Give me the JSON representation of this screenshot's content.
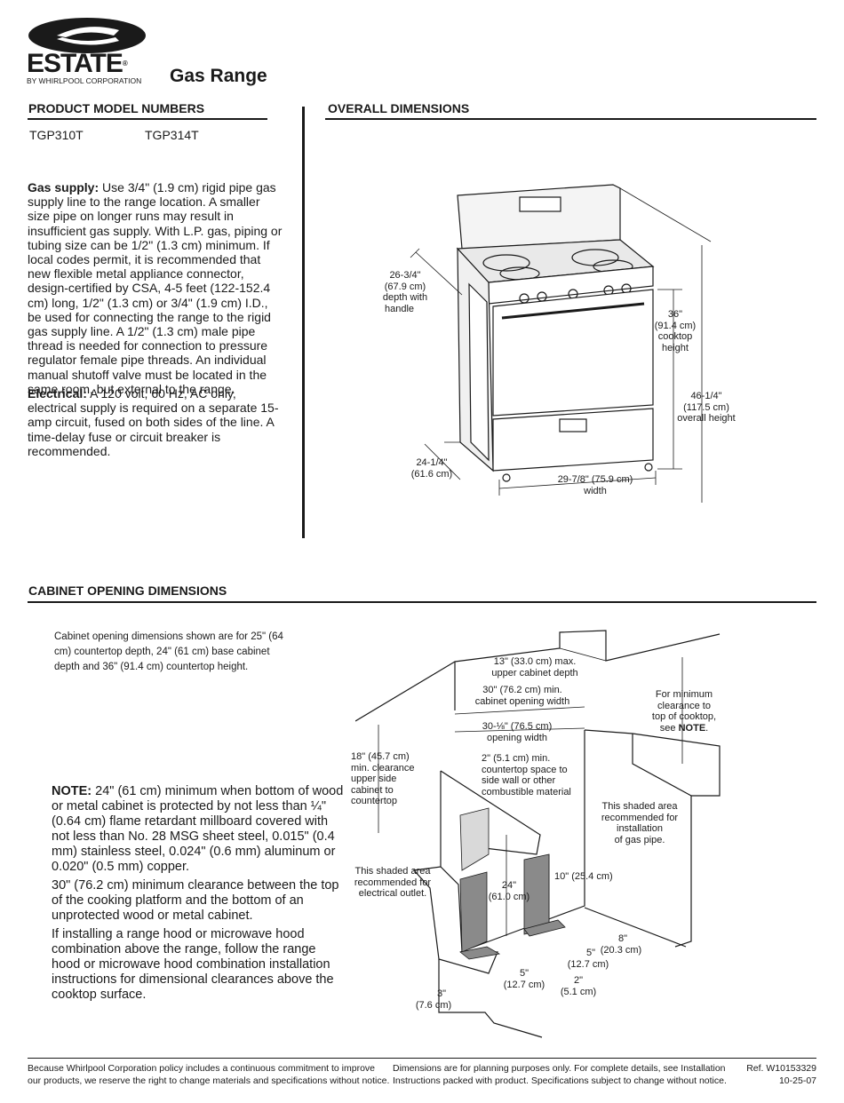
{
  "brand": {
    "name": "ESTATE",
    "registered": "®",
    "sub": "BY WHIRLPOOL CORPORATION"
  },
  "document": {
    "title": "Gas Range"
  },
  "models": {
    "heading": "PRODUCT MODEL NUMBERS",
    "items": [
      "TGP310T",
      "TGP314T"
    ]
  },
  "gas_supply": {
    "label": "Gas supply:",
    "text": "Use 3/4\" (1.9 cm) rigid pipe gas supply line to the range location. A smaller size pipe on longer runs may result in insufficient gas supply. With L.P. gas, piping or tubing size can be 1/2\" (1.3 cm) minimum. If local codes permit, it is recommended that new flexible metal appliance connector, design-certified by CSA, 4-5 feet (122-152.4 cm) long, 1/2\" (1.3 cm) or 3/4\" (1.9 cm) I.D., be used for connecting the range to the rigid gas supply line. A 1/2\" (1.3 cm) male pipe thread is needed for connection to pressure regulator female pipe threads. An individual manual shutoff valve must be located in the same room, but external to the range."
  },
  "electrical": {
    "label": "Electrical:",
    "text": "A 120 volt, 60 Hz, AC only, electrical supply  is required on a separate 15-amp circuit, fused on both sides of the line. A time-delay fuse or circuit breaker is recommended."
  },
  "overall": {
    "heading": "OVERALL DIMENSIONS",
    "depth_handle": [
      "26-3/4\"",
      "(67.9 cm)",
      "depth with",
      "handle"
    ],
    "cooktop_height": [
      "36\"",
      "(91.4 cm)",
      "cooktop",
      "height"
    ],
    "overall_height": [
      "46-1/4\"",
      "(117.5 cm)",
      "overall height"
    ],
    "depth": [
      "24-1/4\"",
      "(61.6 cm)"
    ],
    "width": [
      "29-7/8\" (75.9 cm)",
      "width"
    ]
  },
  "cabinet": {
    "heading": "CABINET OPENING DIMENSIONS",
    "intro": "Cabinet opening dimensions shown are for 25\" (64 cm) countertop depth, 24\" (61 cm) base cabinet depth and 36\" (91.4 cm) countertop height.",
    "note_label": "NOTE:",
    "note_text": "24\" (61 cm) minimum when bottom of wood or metal cabinet is protected by not less than ¼\" (0.64 cm) flame retardant millboard covered with not less than No. 28 MSG sheet steel, 0.015\" (0.4 mm) stainless steel, 0.024\" (0.6 mm) aluminum or 0.020\" (0.5 mm) copper.",
    "clearance_text": "30\" (76.2 cm) minimum clearance between the top of the cooking platform and the bottom of an unprotected wood or metal cabinet.",
    "hood_text": "If installing a range hood or microwave hood combination above the range, follow the range hood or microwave hood combination installation instructions for dimensional clearances above the cooktop surface.",
    "labels": {
      "upper_depth": [
        "13\" (33.0 cm) max.",
        "upper cabinet depth"
      ],
      "opening_min": [
        "30\" (76.2 cm) min.",
        "cabinet opening width"
      ],
      "opening_width": [
        "30-⅛\" (76.5 cm)",
        "opening width"
      ],
      "min_clearance_title": [
        "For minimum",
        "clearance to",
        "top of cooktop,",
        "see"
      ],
      "min_clearance_note": "NOTE",
      "upper_side": [
        "18\" (45.7 cm)",
        "min. clearance",
        "upper side",
        "cabinet to",
        "countertop"
      ],
      "countertop_space": [
        "2\" (5.1 cm) min.",
        "countertop space to",
        "side wall or other",
        "combustible material"
      ],
      "gas_area": [
        "This shaded area",
        "recommended for",
        "installation",
        "of gas pipe."
      ],
      "electrical_area": [
        "This shaded area",
        "recommended for",
        "electrical outlet."
      ],
      "h24": [
        "24\"",
        "(61.0 cm)"
      ],
      "h10": "10\" (25.4 cm)",
      "d8": [
        "8\"",
        "(20.3 cm)"
      ],
      "d5a": [
        "5\"",
        "(12.7 cm)"
      ],
      "d5b": [
        "5\"",
        "(12.7 cm)"
      ],
      "d2": [
        "2\"",
        "(5.1 cm)"
      ],
      "d3": [
        "3\"",
        "(7.6 cm)"
      ]
    }
  },
  "footer": {
    "left": [
      "Because Whirlpool Corporation policy includes a continuous commitment to improve",
      "our products, we reserve the right to change materials and specifications without notice."
    ],
    "middle": [
      "Dimensions are for planning purposes only.  For complete details, see Installation",
      "Instructions packed with product.  Specifications subject to change without notice."
    ],
    "ref": "Ref. W10153329",
    "date": "10-25-07"
  }
}
